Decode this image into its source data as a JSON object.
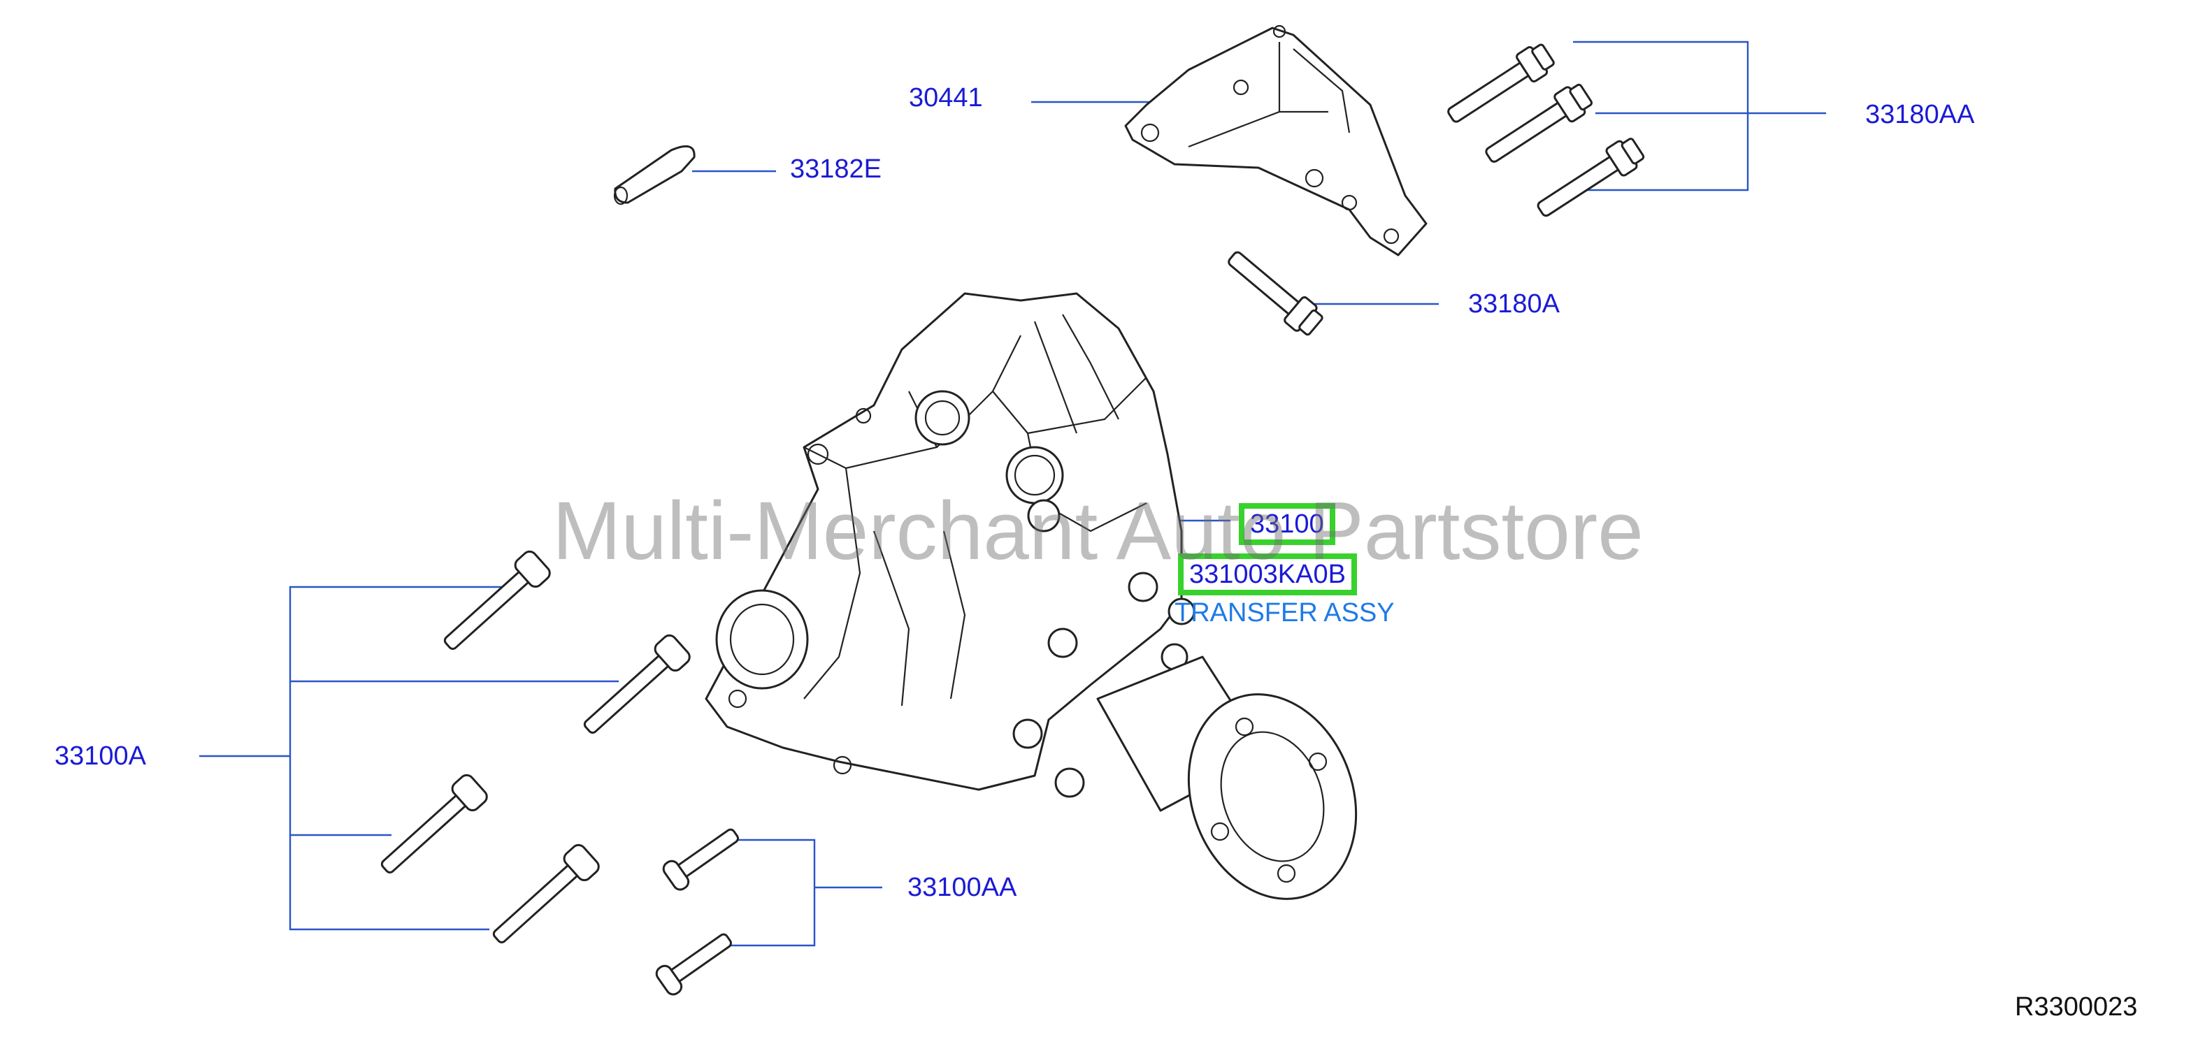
{
  "labels": {
    "p30441": "30441",
    "p33182E": "33182E",
    "p33180AA": "33180AA",
    "p33180A": "33180A",
    "p33100": "33100",
    "p331003KA0B": "331003KA0B",
    "transfer_assy": "TRANSFER ASSY",
    "p33100A": "33100A",
    "p33100AA": "33100AA"
  },
  "watermark": "Multi-Merchant Auto Partstore",
  "diagram_code": "R3300023",
  "colors": {
    "label_blue": "#1a1ad6",
    "highlight_green": "#39d12e",
    "subtitle_blue": "#1f7ae6"
  }
}
